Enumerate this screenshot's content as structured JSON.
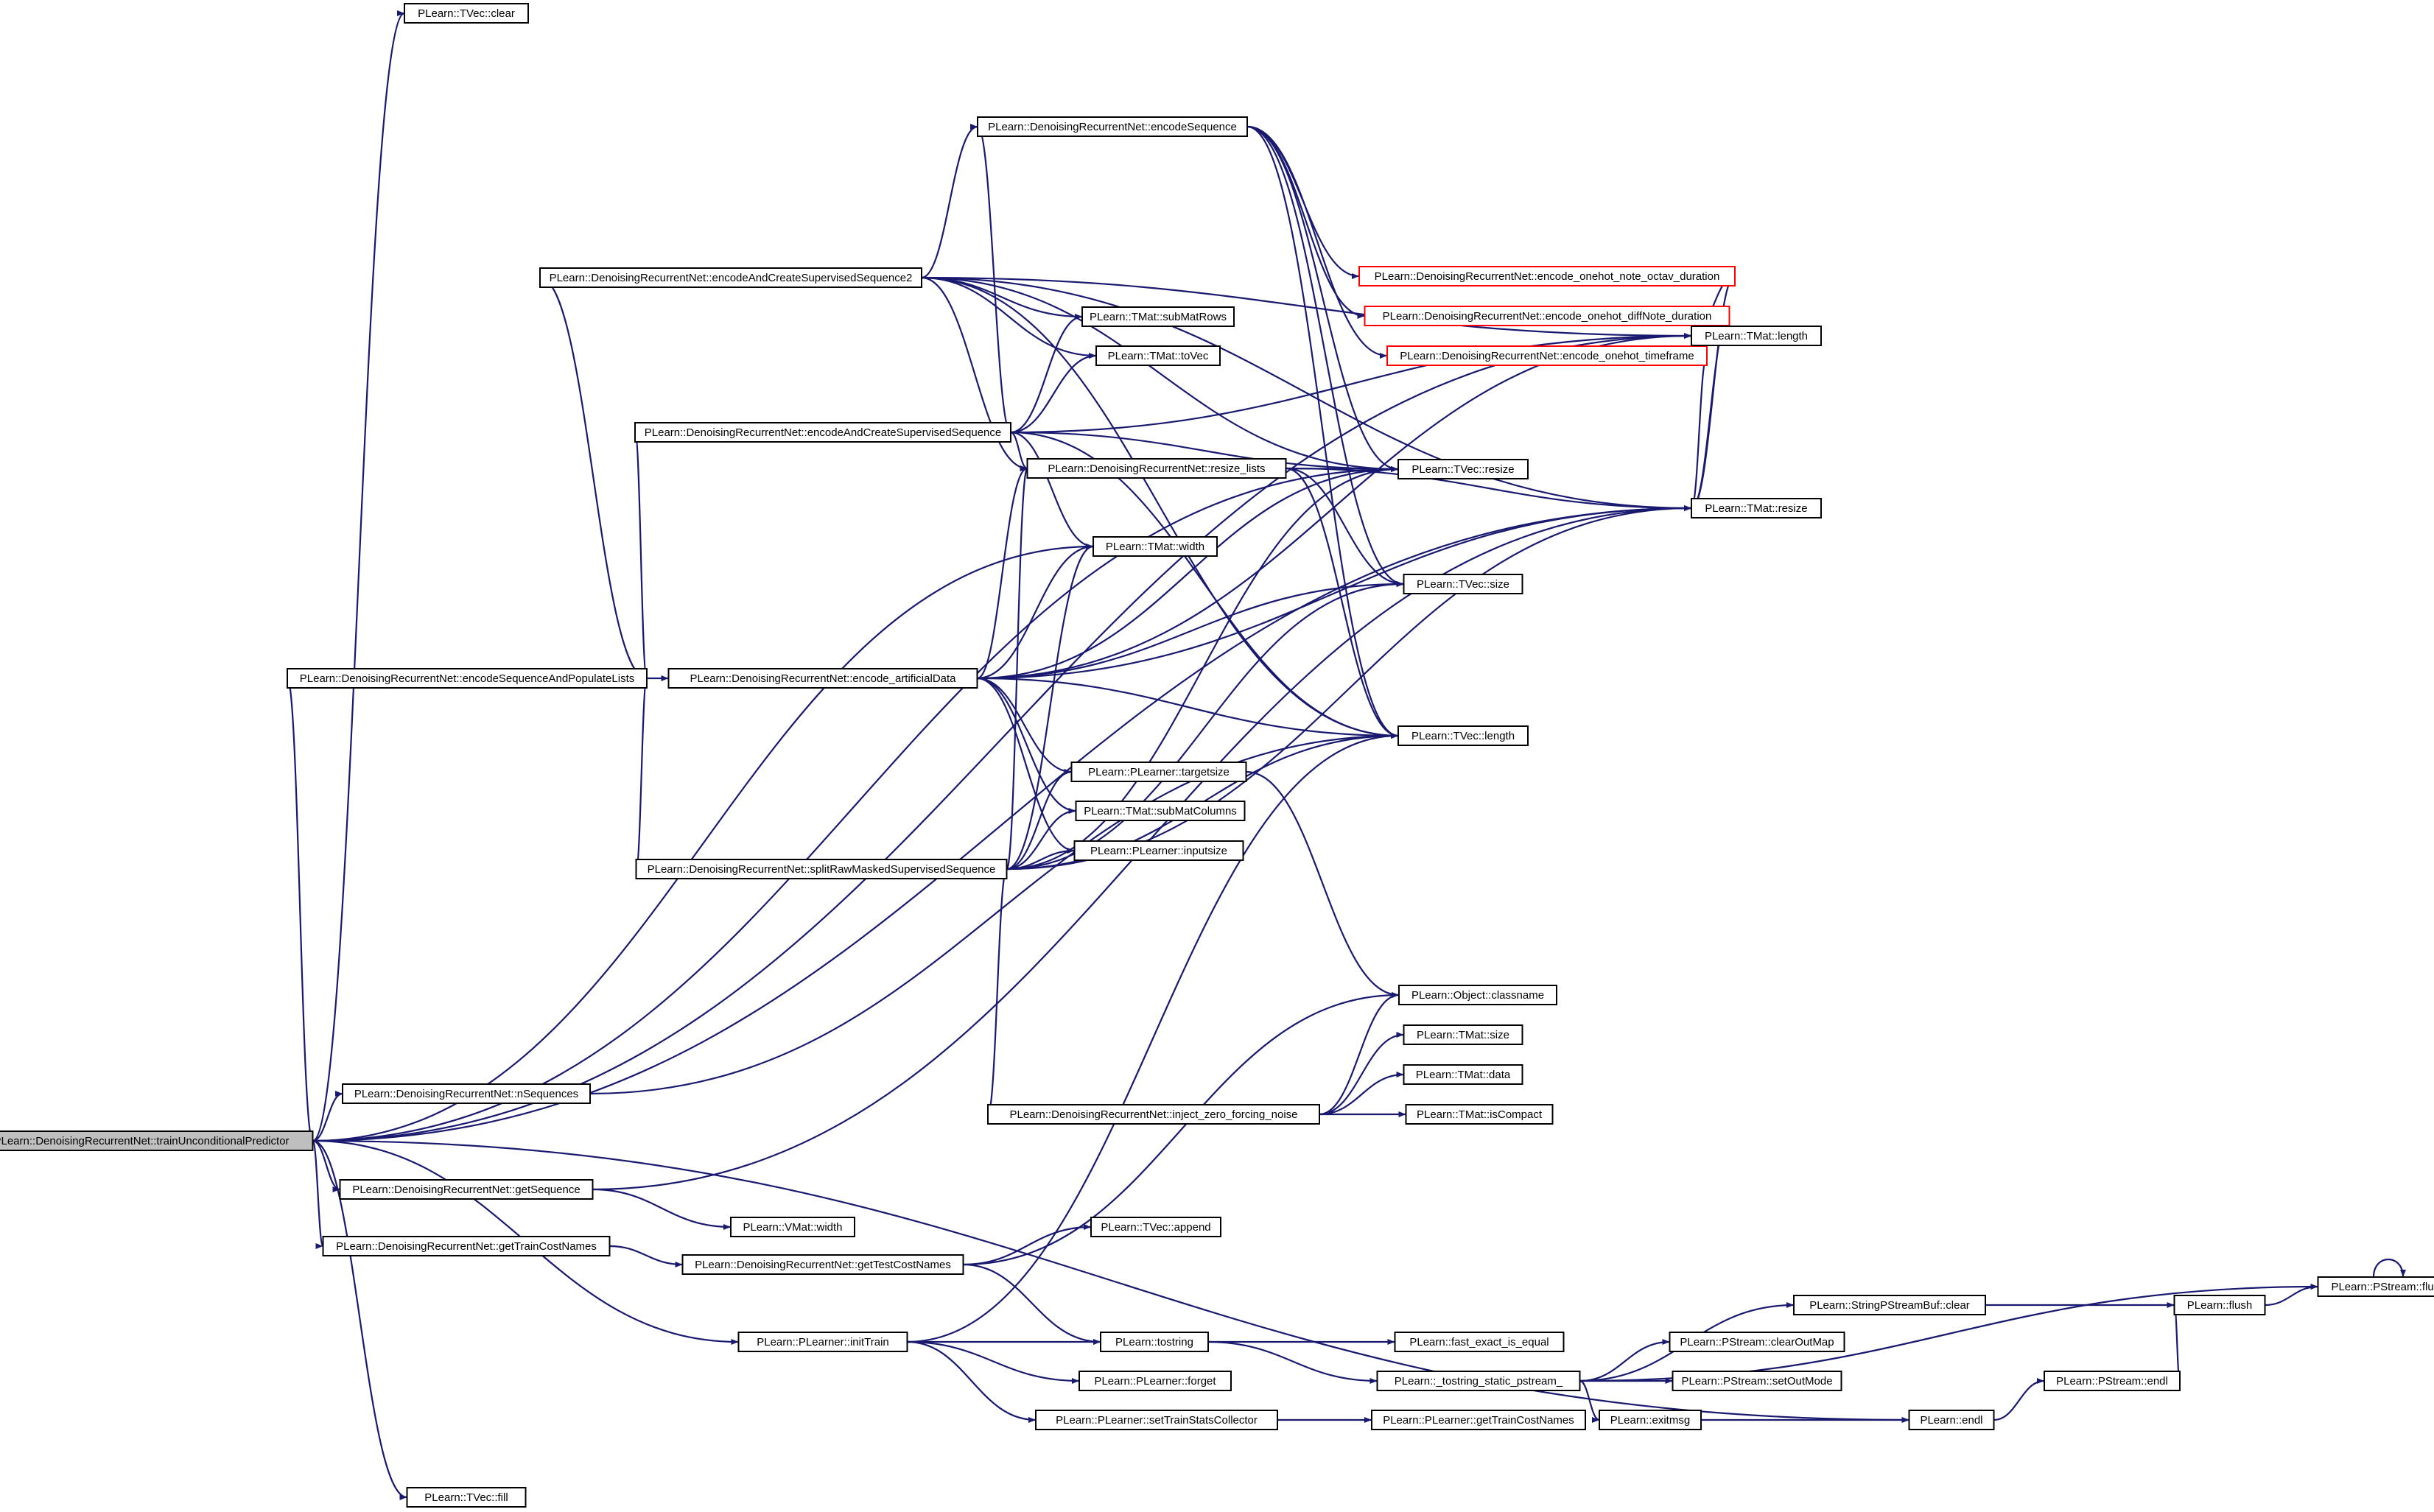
{
  "graph": {
    "root": "root",
    "nodes": [
      {
        "id": "root",
        "label": "PLearn::DenoisingRecurrentNet::trainUnconditionalPredictor",
        "kind": "root"
      },
      {
        "id": "tvec_clear",
        "label": "PLearn::TVec::clear"
      },
      {
        "id": "encodeSequence",
        "label": "PLearn::DenoisingRecurrentNet::encodeSequence"
      },
      {
        "id": "encAndCreate2",
        "label": "PLearn::DenoisingRecurrentNet::encodeAndCreateSupervisedSequence2"
      },
      {
        "id": "encAndCreate",
        "label": "PLearn::DenoisingRecurrentNet::encodeAndCreateSupervisedSequence"
      },
      {
        "id": "onehot_octav",
        "label": "PLearn::DenoisingRecurrentNet::encode_onehot_note_octav_duration",
        "kind": "truncated"
      },
      {
        "id": "onehot_diff",
        "label": "PLearn::DenoisingRecurrentNet::encode_onehot_diffNote_duration",
        "kind": "truncated"
      },
      {
        "id": "onehot_time",
        "label": "PLearn::DenoisingRecurrentNet::encode_onehot_timeframe",
        "kind": "truncated"
      },
      {
        "id": "tmat_length",
        "label": "PLearn::TMat::length"
      },
      {
        "id": "tmat_subMatRows",
        "label": "PLearn::TMat::subMatRows"
      },
      {
        "id": "tmat_toVec",
        "label": "PLearn::TMat::toVec"
      },
      {
        "id": "resize_lists",
        "label": "PLearn::DenoisingRecurrentNet::resize_lists"
      },
      {
        "id": "tvec_resize",
        "label": "PLearn::TVec::resize"
      },
      {
        "id": "tmat_resize",
        "label": "PLearn::TMat::resize"
      },
      {
        "id": "tmat_width",
        "label": "PLearn::TMat::width"
      },
      {
        "id": "tvec_size",
        "label": "PLearn::TVec::size"
      },
      {
        "id": "encSeqPop",
        "label": "PLearn::DenoisingRecurrentNet::encodeSequenceAndPopulateLists"
      },
      {
        "id": "encArtificial",
        "label": "PLearn::DenoisingRecurrentNet::encode_artificialData"
      },
      {
        "id": "tvec_length",
        "label": "PLearn::TVec::length"
      },
      {
        "id": "targetsize",
        "label": "PLearn::PLearner::targetsize"
      },
      {
        "id": "subMatColumns",
        "label": "PLearn::TMat::subMatColumns"
      },
      {
        "id": "inputsize",
        "label": "PLearn::PLearner::inputsize"
      },
      {
        "id": "splitRaw",
        "label": "PLearn::DenoisingRecurrentNet::splitRawMaskedSupervisedSequence"
      },
      {
        "id": "classname",
        "label": "PLearn::Object::classname"
      },
      {
        "id": "tmat_size",
        "label": "PLearn::TMat::size"
      },
      {
        "id": "tmat_data",
        "label": "PLearn::TMat::data"
      },
      {
        "id": "nSequences",
        "label": "PLearn::DenoisingRecurrentNet::nSequences"
      },
      {
        "id": "injectNoise",
        "label": "PLearn::DenoisingRecurrentNet::inject_zero_forcing_noise"
      },
      {
        "id": "isCompact",
        "label": "PLearn::TMat::isCompact"
      },
      {
        "id": "getSequence",
        "label": "PLearn::DenoisingRecurrentNet::getSequence"
      },
      {
        "id": "vmat_width",
        "label": "PLearn::VMat::width"
      },
      {
        "id": "getTrainCostNames",
        "label": "PLearn::DenoisingRecurrentNet::getTrainCostNames"
      },
      {
        "id": "tvec_append",
        "label": "PLearn::TVec::append"
      },
      {
        "id": "getTestCostNames",
        "label": "PLearn::DenoisingRecurrentNet::getTestCostNames"
      },
      {
        "id": "pstream_flush",
        "label": "PLearn::PStream::flush"
      },
      {
        "id": "strbuf_clear",
        "label": "PLearn::StringPStreamBuf::clear"
      },
      {
        "id": "flush",
        "label": "PLearn::flush"
      },
      {
        "id": "clearOutMap",
        "label": "PLearn::PStream::clearOutMap"
      },
      {
        "id": "initTrain",
        "label": "PLearn::PLearner::initTrain"
      },
      {
        "id": "tostring",
        "label": "PLearn::tostring"
      },
      {
        "id": "fast_exact",
        "label": "PLearn::fast_exact_is_equal"
      },
      {
        "id": "tostring_static",
        "label": "PLearn::_tostring_static_pstream_"
      },
      {
        "id": "setOutMode",
        "label": "PLearn::PStream::setOutMode"
      },
      {
        "id": "pstream_endl",
        "label": "PLearn::PStream::endl"
      },
      {
        "id": "forget",
        "label": "PLearn::PLearner::forget"
      },
      {
        "id": "setTrainStats",
        "label": "PLearn::PLearner::setTrainStatsCollector"
      },
      {
        "id": "plearner_getTrainCostNames",
        "label": "PLearn::PLearner::getTrainCostNames"
      },
      {
        "id": "exitmsg",
        "label": "PLearn::exitmsg"
      },
      {
        "id": "endl",
        "label": "PLearn::endl"
      },
      {
        "id": "tvec_fill",
        "label": "PLearn::TVec::fill"
      }
    ],
    "edges": [
      [
        "root",
        "tvec_clear"
      ],
      [
        "root",
        "tmat_length"
      ],
      [
        "root",
        "tvec_resize"
      ],
      [
        "root",
        "tmat_width"
      ],
      [
        "root",
        "encSeqPop"
      ],
      [
        "root",
        "nSequences"
      ],
      [
        "root",
        "getSequence"
      ],
      [
        "root",
        "getTrainCostNames"
      ],
      [
        "root",
        "tmat_resize"
      ],
      [
        "root",
        "initTrain"
      ],
      [
        "root",
        "endl"
      ],
      [
        "root",
        "tvec_fill"
      ],
      [
        "encodeSequence",
        "onehot_octav"
      ],
      [
        "encodeSequence",
        "onehot_diff"
      ],
      [
        "encodeSequence",
        "onehot_time"
      ],
      [
        "encodeSequence",
        "tvec_resize"
      ],
      [
        "encodeSequence",
        "tvec_size"
      ],
      [
        "encodeSequence",
        "tvec_length"
      ],
      [
        "encAndCreate2",
        "encodeSequence"
      ],
      [
        "encAndCreate2",
        "tmat_length"
      ],
      [
        "encAndCreate2",
        "tmat_subMatRows"
      ],
      [
        "encAndCreate2",
        "tmat_toVec"
      ],
      [
        "encAndCreate2",
        "resize_lists"
      ],
      [
        "encAndCreate2",
        "tvec_resize"
      ],
      [
        "encAndCreate2",
        "tmat_resize"
      ],
      [
        "encAndCreate2",
        "tvec_length"
      ],
      [
        "encAndCreate",
        "encodeSequence"
      ],
      [
        "encAndCreate",
        "tmat_length"
      ],
      [
        "encAndCreate",
        "tmat_subMatRows"
      ],
      [
        "encAndCreate",
        "tmat_toVec"
      ],
      [
        "encAndCreate",
        "resize_lists"
      ],
      [
        "encAndCreate",
        "tvec_resize"
      ],
      [
        "encAndCreate",
        "tmat_width"
      ],
      [
        "encAndCreate",
        "tvec_length"
      ],
      [
        "onehot_octav",
        "tmat_length"
      ],
      [
        "onehot_octav",
        "tmat_resize"
      ],
      [
        "onehot_diff",
        "tmat_length"
      ],
      [
        "onehot_diff",
        "tmat_resize"
      ],
      [
        "onehot_time",
        "tmat_length"
      ],
      [
        "onehot_time",
        "tmat_resize"
      ],
      [
        "resize_lists",
        "tvec_resize"
      ],
      [
        "resize_lists",
        "tmat_resize"
      ],
      [
        "resize_lists",
        "tvec_size"
      ],
      [
        "resize_lists",
        "tvec_length"
      ],
      [
        "encSeqPop",
        "encAndCreate2"
      ],
      [
        "encSeqPop",
        "encAndCreate"
      ],
      [
        "encSeqPop",
        "encArtificial"
      ],
      [
        "encSeqPop",
        "splitRaw"
      ],
      [
        "encArtificial",
        "resize_lists"
      ],
      [
        "encArtificial",
        "tmat_width"
      ],
      [
        "encArtificial",
        "tvec_resize"
      ],
      [
        "encArtificial",
        "tvec_size"
      ],
      [
        "encArtificial",
        "tmat_length"
      ],
      [
        "encArtificial",
        "tmat_resize"
      ],
      [
        "encArtificial",
        "tvec_length"
      ],
      [
        "encArtificial",
        "targetsize"
      ],
      [
        "encArtificial",
        "subMatColumns"
      ],
      [
        "encArtificial",
        "inputsize"
      ],
      [
        "targetsize",
        "classname"
      ],
      [
        "splitRaw",
        "resize_lists"
      ],
      [
        "splitRaw",
        "tmat_width"
      ],
      [
        "splitRaw",
        "targetsize"
      ],
      [
        "splitRaw",
        "subMatColumns"
      ],
      [
        "splitRaw",
        "inputsize"
      ],
      [
        "splitRaw",
        "tvec_resize"
      ],
      [
        "splitRaw",
        "tvec_size"
      ],
      [
        "splitRaw",
        "tvec_length"
      ],
      [
        "splitRaw",
        "tmat_resize"
      ],
      [
        "splitRaw",
        "injectNoise"
      ],
      [
        "injectNoise",
        "tmat_size"
      ],
      [
        "injectNoise",
        "tmat_data"
      ],
      [
        "injectNoise",
        "isCompact"
      ],
      [
        "injectNoise",
        "classname"
      ],
      [
        "nSequences",
        "tvec_length"
      ],
      [
        "getSequence",
        "vmat_width"
      ],
      [
        "getSequence",
        "tmat_resize"
      ],
      [
        "getTrainCostNames",
        "getTestCostNames"
      ],
      [
        "getTestCostNames",
        "tvec_append"
      ],
      [
        "getTestCostNames",
        "classname"
      ],
      [
        "getTestCostNames",
        "tostring"
      ],
      [
        "initTrain",
        "tostring"
      ],
      [
        "initTrain",
        "forget"
      ],
      [
        "initTrain",
        "setTrainStats"
      ],
      [
        "initTrain",
        "tvec_length"
      ],
      [
        "tostring",
        "fast_exact"
      ],
      [
        "tostring",
        "tostring_static"
      ],
      [
        "tostring_static",
        "pstream_flush"
      ],
      [
        "tostring_static",
        "strbuf_clear"
      ],
      [
        "tostring_static",
        "clearOutMap"
      ],
      [
        "tostring_static",
        "setOutMode"
      ],
      [
        "tostring_static",
        "exitmsg"
      ],
      [
        "strbuf_clear",
        "flush"
      ],
      [
        "flush",
        "pstream_flush"
      ],
      [
        "pstream_flush",
        "pstream_flush"
      ],
      [
        "pstream_endl",
        "flush"
      ],
      [
        "endl",
        "pstream_endl"
      ],
      [
        "exitmsg",
        "endl"
      ],
      [
        "setTrainStats",
        "plearner_getTrainCostNames"
      ]
    ]
  }
}
